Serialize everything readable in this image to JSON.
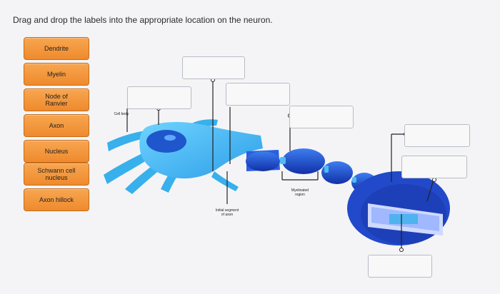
{
  "instruction": "Drag and drop the labels into the appropriate location on the neuron.",
  "labels": [
    {
      "text": "Dendrite"
    },
    {
      "text": "Myelin"
    },
    {
      "text": "Node of\nRanvier"
    },
    {
      "text": "Axon"
    },
    {
      "text": "Nucleus"
    },
    {
      "text": "Schwann cell\nnucleus"
    },
    {
      "text": "Axon hillock"
    }
  ],
  "diagram": {
    "cell_body_label": "Cell body",
    "myelinated_region_label": "Myelinated\nregion",
    "initial_segment_label": "Initial segment\nof axon"
  },
  "colors": {
    "label_fill": "#f39a3d",
    "neuron_light": "#3fb6f0",
    "neuron_dark": "#1d4fd1",
    "drop_zone_border": "#b8bcc5"
  }
}
